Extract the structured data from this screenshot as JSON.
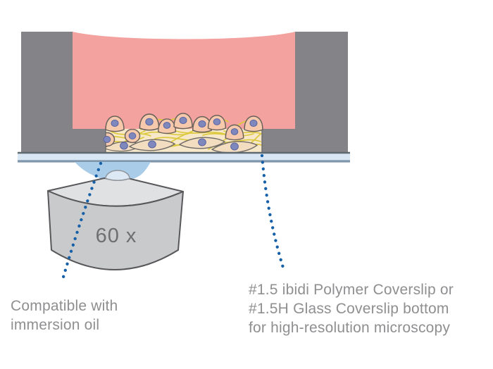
{
  "figure": {
    "objective_magnification": "60 x",
    "callout_immersion_oil": {
      "line1": "Compatible with",
      "line2": "immersion oil"
    },
    "callout_coverslip": {
      "line1": "#1.5 ibidi Polymer Coverslip or",
      "line2": "#1.5H Glass Coverslip bottom",
      "line3": "for high-resolution microscopy"
    }
  },
  "colors": {
    "medium_pink": "#f3a29f",
    "dish_gray": "#848387",
    "matrix_cream": "#f8e8ca",
    "fiber_yellow": "#dcc93e",
    "cell_fill": "#f6c9ad",
    "spindle_fill": "#f3ddc1",
    "nucleus_blue": "#7e88bd",
    "coverslip_blue": "#d9e6f4",
    "coverslip_top_edge": "#5e6a70",
    "coverslip_bottom_edge": "#7e95aa",
    "oil_blue": "#a9cce9",
    "objective_top": "#e0e1e3",
    "objective_body": "#c9cacc",
    "lens_dome": "#dce8f3",
    "callout_blue": "#1660a8",
    "label_gray": "#8f8f91"
  }
}
